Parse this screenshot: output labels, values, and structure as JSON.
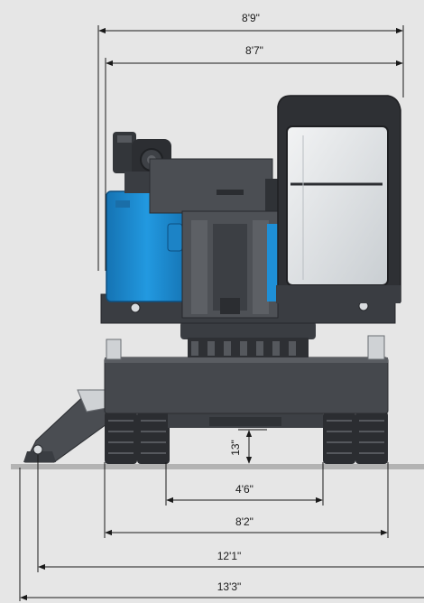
{
  "dimensions": {
    "overall_width_top": "8'9\"",
    "upper_width": "8'7\"",
    "ground_clearance": "13\"",
    "inner_track_width": "4'6\"",
    "outer_track_width": "8'2\"",
    "outrigger_span": "12'1\"",
    "overall_span": "13'3\""
  },
  "colors": {
    "background": "#e6e6e6",
    "body_dark": "#3a3d42",
    "body_mid": "#54575c",
    "tank_blue": "#1e8fd6",
    "glass": "#d9dde0",
    "ground": "#b3b3b3",
    "dimension_line": "#1a1a1a"
  }
}
